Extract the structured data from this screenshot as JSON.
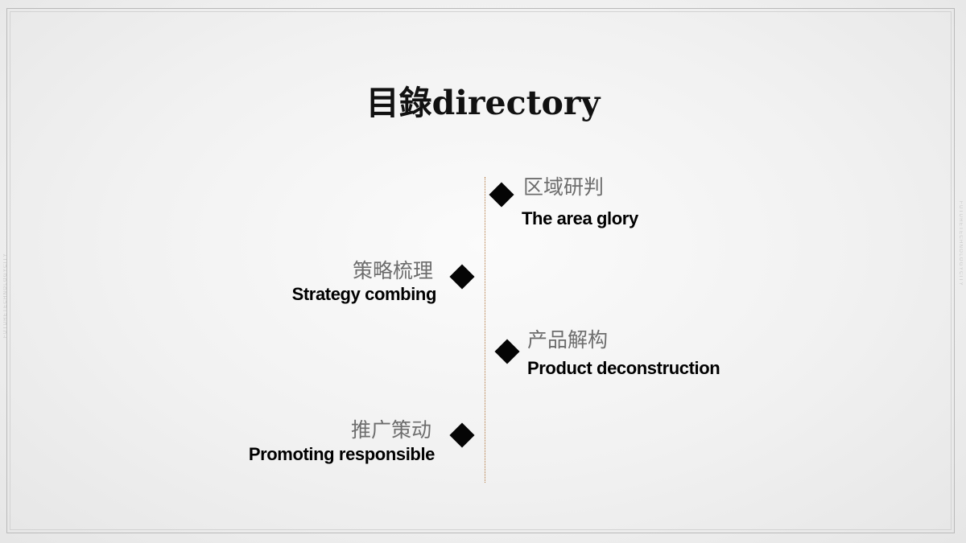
{
  "title": "目錄directory",
  "side_text": "FUTURETECHNOLOGYCITY",
  "items": [
    {
      "zh": "区域研判",
      "en": "The area glory"
    },
    {
      "zh": "策略梳理",
      "en": "Strategy combing"
    },
    {
      "zh": "产品解构",
      "en": "Product deconstruction"
    },
    {
      "zh": "推广策动",
      "en": "Promoting responsible"
    }
  ],
  "colors": {
    "timeline": "#b2773e",
    "diamond": "#050505",
    "subtitle": "#6d6d6d"
  }
}
